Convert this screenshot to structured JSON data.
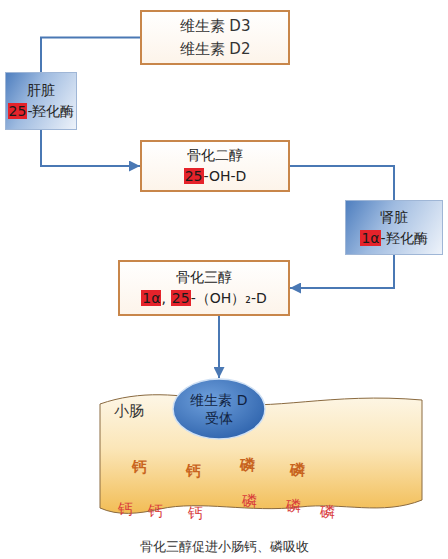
{
  "diagram": {
    "caption": "骨化三醇促进小肠钙、磷吸收",
    "nodes": [
      {
        "text": [
          "维生素 D3",
          "维生素 D2"
        ]
      },
      {
        "text": [
          "肝脏",
          "25",
          "-羟化酶"
        ]
      },
      {
        "text": [
          "骨化二醇",
          "25",
          "-OH-D"
        ]
      },
      {
        "text": [
          "肾脏",
          "1α",
          "-羟化酶"
        ]
      },
      {
        "text": [
          "骨化三醇",
          "1α",
          ",",
          "25",
          "-（OH）₂-D"
        ]
      },
      {
        "text": [
          "维生素 D 受体"
        ]
      },
      {
        "text": [
          "小肠"
        ]
      }
    ],
    "edges": [
      {
        "from": 0,
        "to": 1,
        "arrow": "none"
      },
      {
        "from": 1,
        "to": 2,
        "arrow": "to"
      },
      {
        "from": 2,
        "to": 3,
        "arrow": "none"
      },
      {
        "from": 3,
        "to": 4,
        "arrow": "to"
      },
      {
        "from": 4,
        "to": 5,
        "arrow": "to"
      }
    ],
    "labels": [
      "钙",
      "钙",
      "磷",
      "磷",
      "钙",
      "钙",
      "钙",
      "磷",
      "磷",
      "磷"
    ]
  }
}
